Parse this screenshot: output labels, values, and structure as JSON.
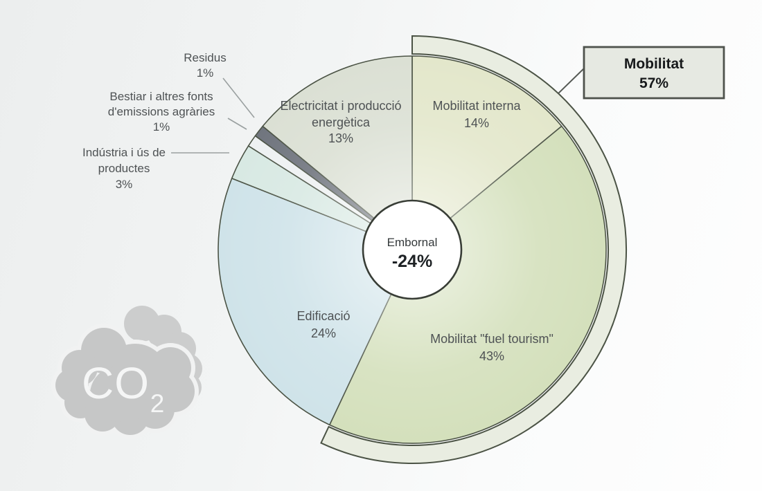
{
  "chart_data": {
    "type": "pie",
    "unit": "%",
    "legend_position": "labels-on-slices-and-leader-lines",
    "slices": [
      {
        "label": "Mobilitat interna",
        "value": 14,
        "color": "#e3e7cb",
        "lines": [
          "Mobilitat interna",
          "14%"
        ]
      },
      {
        "label": "Mobilitat \"fuel tourism\"",
        "value": 43,
        "color": "#d4e0bc",
        "lines": [
          "Mobilitat \"fuel tourism\"",
          "43%"
        ]
      },
      {
        "label": "Edificació",
        "value": 24,
        "color": "#cfe3e9",
        "lines": [
          "Edificació",
          "24%"
        ]
      },
      {
        "label": "Indústria i ús de productes",
        "value": 3,
        "color": "#d8e9e3",
        "lines": [
          "Indústria i ús de",
          "productes",
          "3%"
        ]
      },
      {
        "label": "Bestiar i altres fonts d'emissions agràries",
        "value": 1,
        "color": "#eef1f2",
        "lines": [
          "Bestiar i altres fonts",
          "d'emissions agràries",
          "1%"
        ]
      },
      {
        "label": "Residus",
        "value": 1,
        "color": "#70757e",
        "lines": [
          "Residus",
          "1%"
        ]
      },
      {
        "label": "Electricitat i producció energètica",
        "value": 13,
        "color": "#dbe0d4",
        "lines": [
          "Electricitat i producció",
          "energètica",
          "13%"
        ]
      }
    ],
    "center": {
      "label": "Embornal",
      "value": "-24%"
    },
    "callout": {
      "label": "Mobilitat",
      "value": "57%"
    },
    "ring": {
      "label": "Mobilitat",
      "value": 57,
      "color": "#e9ede1"
    },
    "stroke_color": "#4b5345",
    "watermark": {
      "main": "CO",
      "sub": "2"
    }
  }
}
